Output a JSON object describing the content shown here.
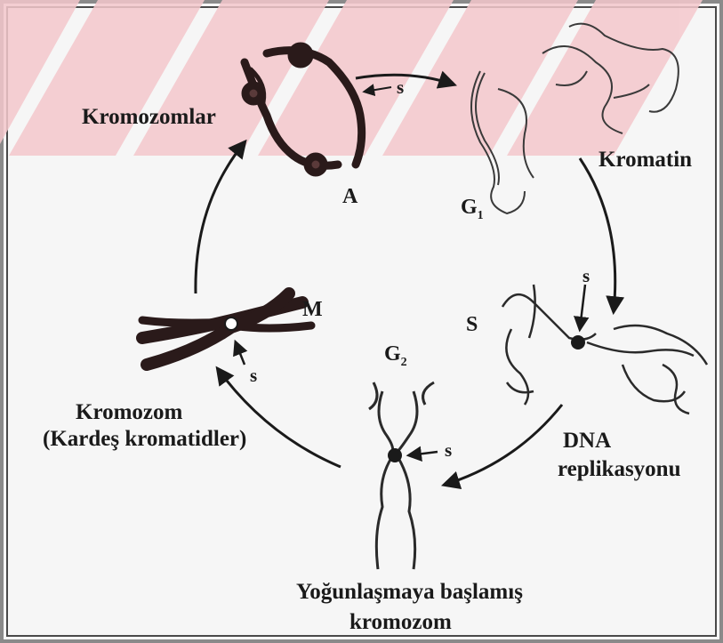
{
  "labels": {
    "kromozomlar": "Kromozomlar",
    "kromatin": "Kromatin",
    "dna_line1": "DNA",
    "dna_line2": "replikasyonu",
    "yogun_line1": "Yoğunlaşmaya başlamış",
    "yogun_line2": "kromozom",
    "kromozom_line1": "Kromozom",
    "kromozom_line2": "(Kardeş kromatidler)",
    "phase_a": "A",
    "phase_g1": "G",
    "phase_g1_sub": "1",
    "phase_s": "S",
    "phase_g2": "G",
    "phase_g2_sub": "2",
    "phase_m": "M",
    "s_marker": "s"
  },
  "colors": {
    "background": "#f6f6f6",
    "watermark": "#f4c8cc",
    "ink": "#1a1a1a",
    "chromosome_dark": "#2a1a1a"
  }
}
